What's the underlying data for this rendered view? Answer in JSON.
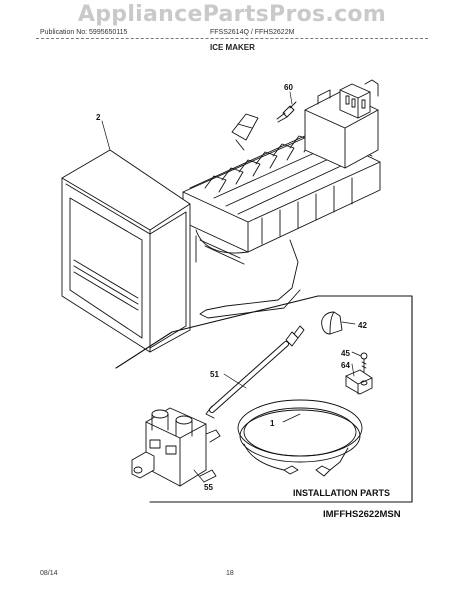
{
  "watermark": "AppliancePartsPros.com",
  "header": {
    "publication": "Publication No: 5995650115",
    "models": "FFSS2614Q / FFHS2622M",
    "section_title": "ICE MAKER"
  },
  "callouts": {
    "p2": "2",
    "p60": "60",
    "p42": "42",
    "p45": "45",
    "p64": "64",
    "p51": "51",
    "p1": "1",
    "p55": "55"
  },
  "installation_parts_label": "INSTALLATION PARTS",
  "figure_id": "IMFFHS2622MSN",
  "footer": {
    "date": "08/14",
    "page": "18"
  }
}
